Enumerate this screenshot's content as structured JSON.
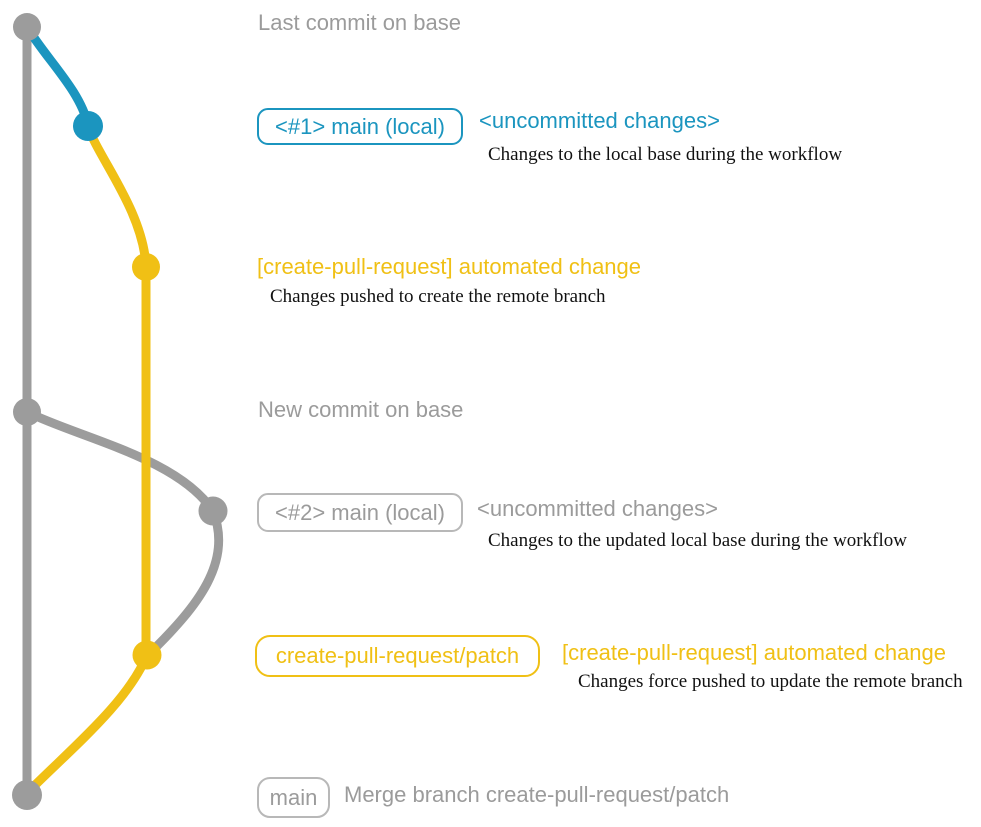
{
  "colors": {
    "base_gray": "#9c9c9c",
    "text_gray": "#9b9b9b",
    "badge_gray_border": "#b8b8b8",
    "local_blue": "#1b95bf",
    "patch_yellow": "#f0c015",
    "caption_black": "#111111",
    "background": "#ffffff"
  },
  "graph": {
    "branches": [
      {
        "name": "base",
        "color": "#9c9c9c"
      },
      {
        "name": "main (local)",
        "color": "#1b95bf"
      },
      {
        "name": "create-pull-request/patch",
        "color": "#f0c015"
      }
    ],
    "commits": [
      {
        "id": "base-last",
        "branch": "base",
        "label": "Last commit on base"
      },
      {
        "id": "main-local-1",
        "branch": "main (local)",
        "label": "<#1> main (local) <uncommitted changes>"
      },
      {
        "id": "patch-1",
        "branch": "create-pull-request/patch",
        "label": "[create-pull-request] automated change"
      },
      {
        "id": "base-new",
        "branch": "base",
        "label": "New commit on base"
      },
      {
        "id": "main-local-2",
        "branch": "main (local)",
        "label": "<#2> main (local) <uncommitted changes>"
      },
      {
        "id": "patch-2",
        "branch": "create-pull-request/patch",
        "label": "[create-pull-request] automated change"
      },
      {
        "id": "base-merge",
        "branch": "base",
        "label": "Merge branch create-pull-request/patch"
      }
    ]
  },
  "labels": {
    "last_commit": "Last commit on base",
    "badge1": "<#1> main (local)",
    "uncommitted1": "<uncommitted changes>",
    "caption1": "Changes to the local base during the workflow",
    "auto_change1": "[create-pull-request] automated change",
    "caption2": "Changes pushed to create the remote branch",
    "new_commit": "New commit on base",
    "badge2": "<#2> main (local)",
    "uncommitted2": "<uncommitted changes>",
    "caption3": "Changes to the updated local base during the workflow",
    "badge3": "create-pull-request/patch",
    "auto_change2": "[create-pull-request] automated change",
    "caption4": "Changes force pushed to update the remote branch",
    "badge4": "main",
    "merge_message": "Merge branch create-pull-request/patch"
  }
}
